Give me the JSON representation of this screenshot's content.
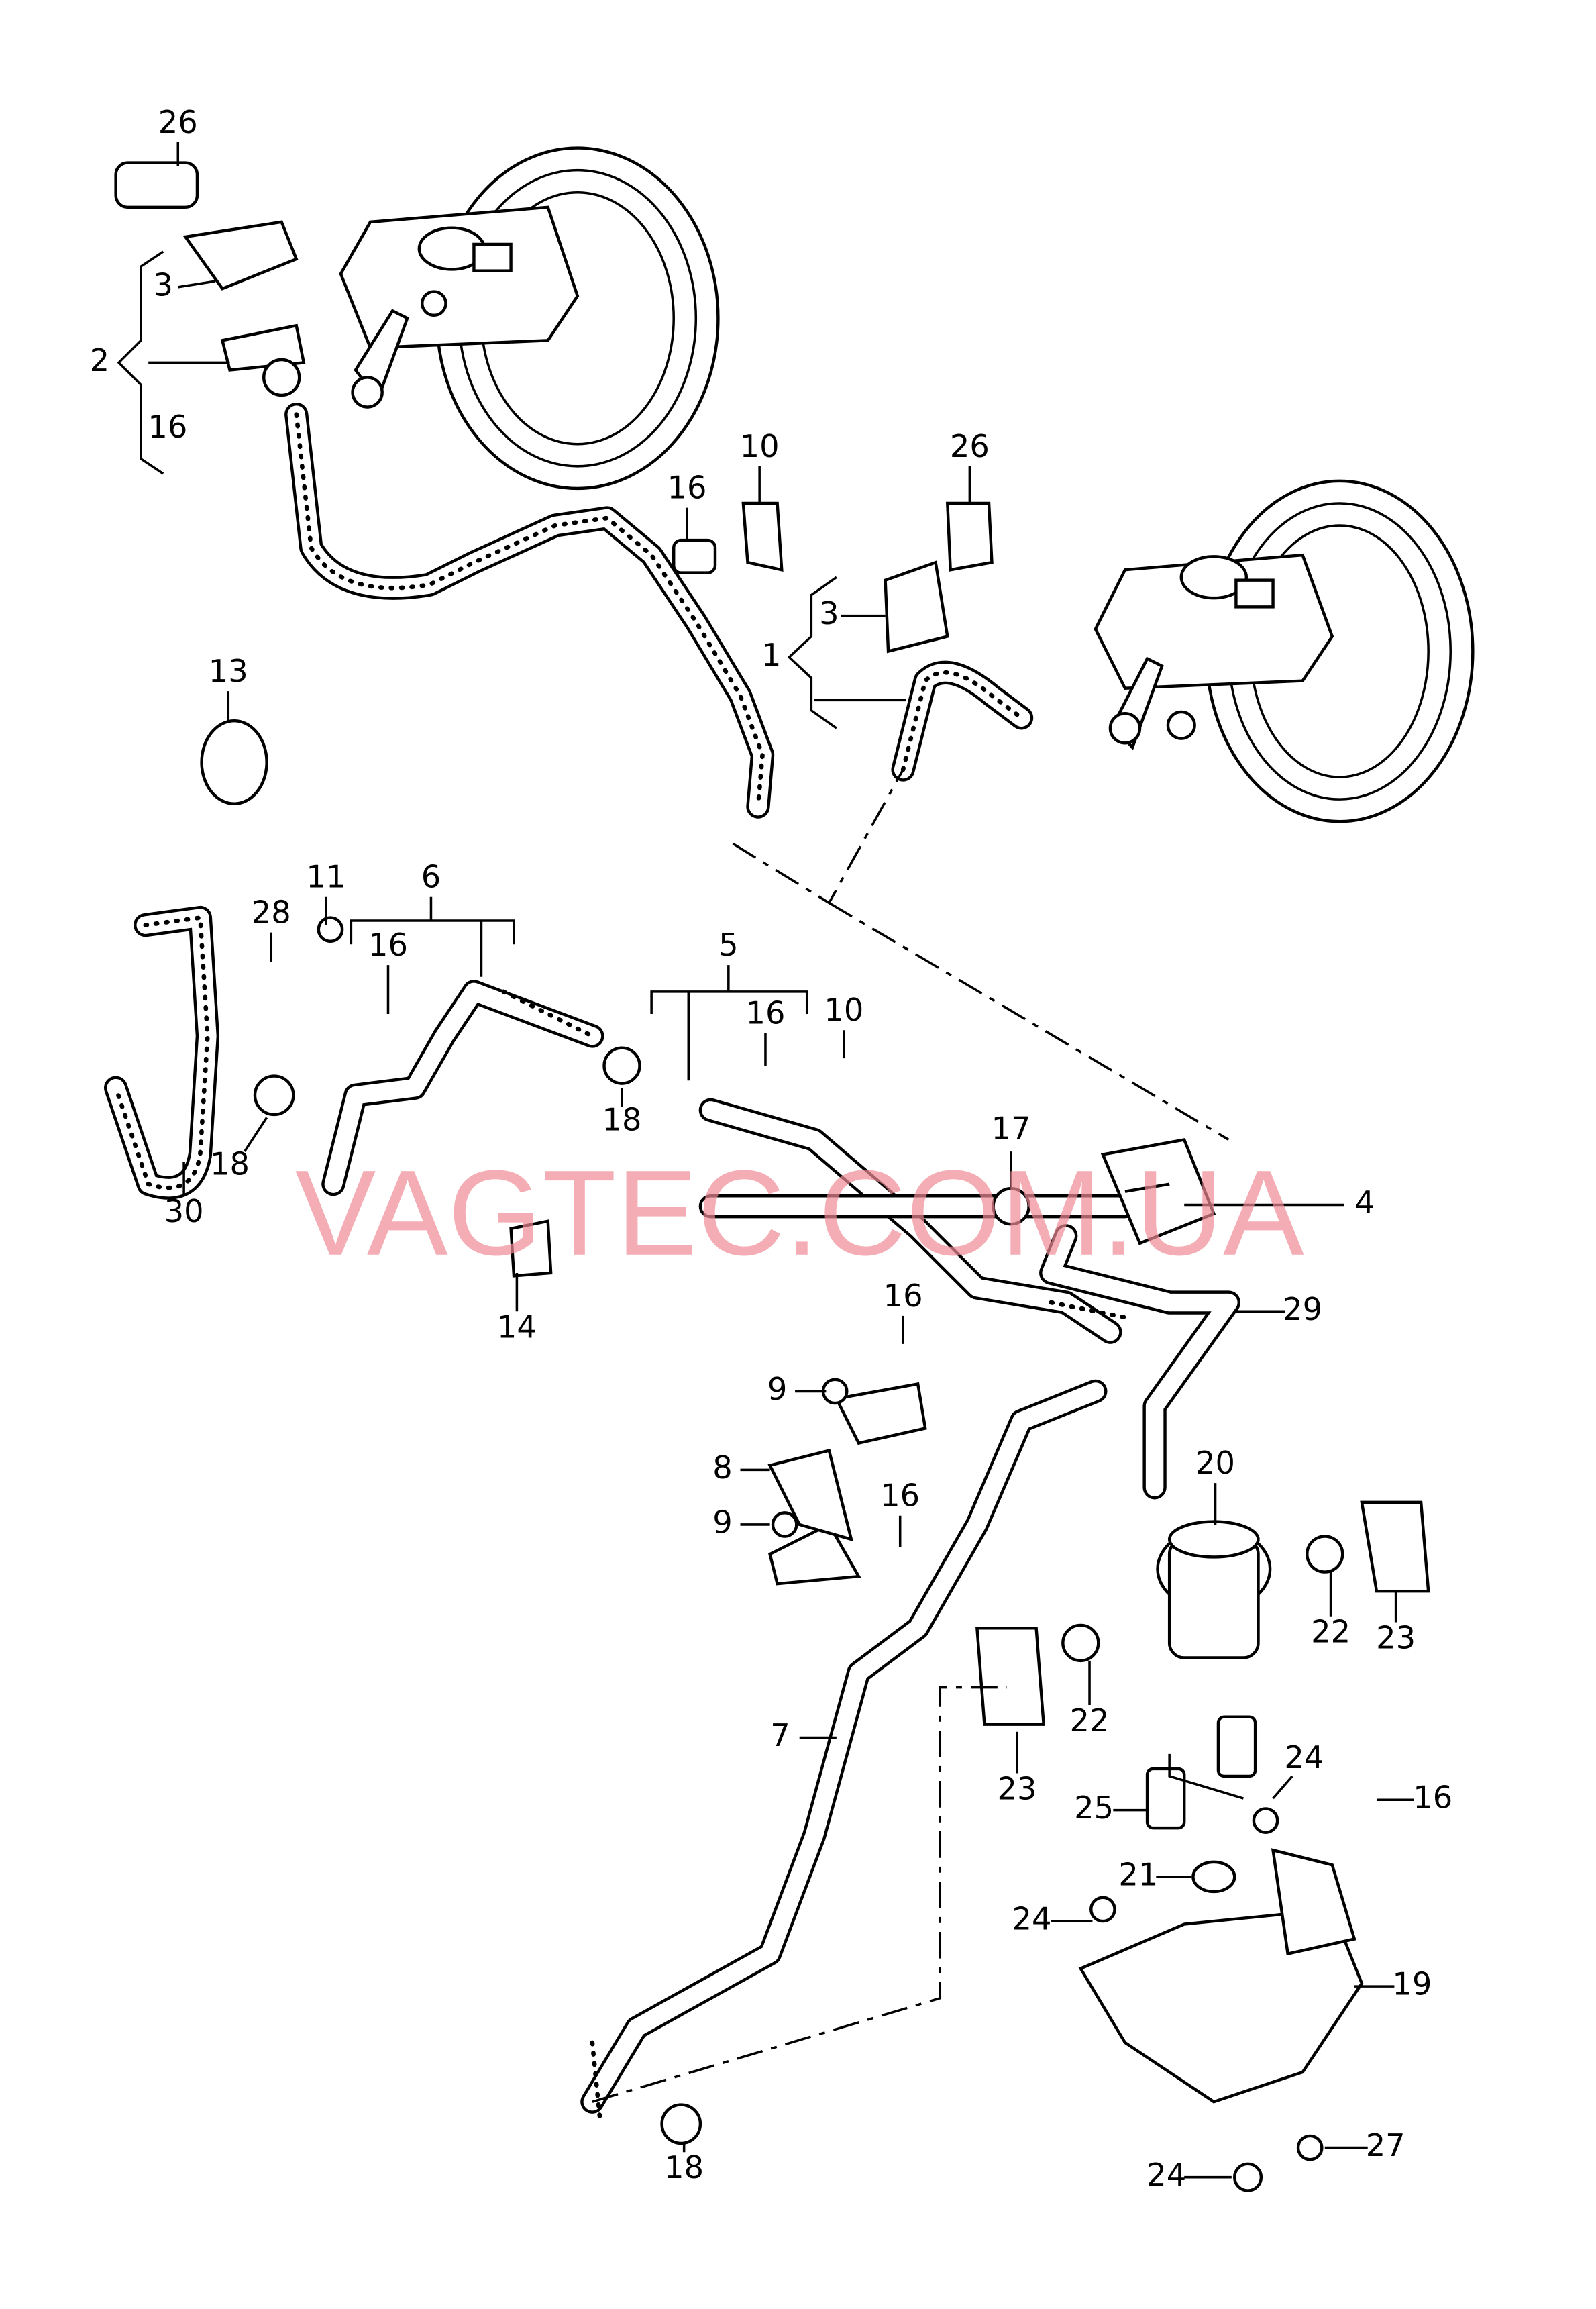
{
  "watermark": "VAGTEC.COM.UA",
  "callouts": [
    {
      "id": "c1",
      "text": "26"
    },
    {
      "id": "c2",
      "text": "3"
    },
    {
      "id": "c3",
      "text": "2"
    },
    {
      "id": "c4",
      "text": "16"
    },
    {
      "id": "c5",
      "text": "10"
    },
    {
      "id": "c6",
      "text": "16"
    },
    {
      "id": "c7",
      "text": "26"
    },
    {
      "id": "c8",
      "text": "3"
    },
    {
      "id": "c9",
      "text": "1"
    },
    {
      "id": "c10",
      "text": "13"
    },
    {
      "id": "c11",
      "text": "11"
    },
    {
      "id": "c12",
      "text": "6"
    },
    {
      "id": "c13",
      "text": "28"
    },
    {
      "id": "c14",
      "text": "16"
    },
    {
      "id": "c15",
      "text": "5"
    },
    {
      "id": "c16",
      "text": "16"
    },
    {
      "id": "c17",
      "text": "10"
    },
    {
      "id": "c18",
      "text": "18"
    },
    {
      "id": "c19",
      "text": "18"
    },
    {
      "id": "c20",
      "text": "30"
    },
    {
      "id": "c21",
      "text": "17"
    },
    {
      "id": "c22",
      "text": "4"
    },
    {
      "id": "c23",
      "text": "14"
    },
    {
      "id": "c24",
      "text": "16"
    },
    {
      "id": "c25",
      "text": "29"
    },
    {
      "id": "c26",
      "text": "9"
    },
    {
      "id": "c27",
      "text": "8"
    },
    {
      "id": "c28",
      "text": "20"
    },
    {
      "id": "c29",
      "text": "9"
    },
    {
      "id": "c30",
      "text": "16"
    },
    {
      "id": "c31",
      "text": "22"
    },
    {
      "id": "c32",
      "text": "23"
    },
    {
      "id": "c33",
      "text": "7"
    },
    {
      "id": "c34",
      "text": "22"
    },
    {
      "id": "c35",
      "text": "23"
    },
    {
      "id": "c36",
      "text": "24"
    },
    {
      "id": "c37",
      "text": "16"
    },
    {
      "id": "c38",
      "text": "25"
    },
    {
      "id": "c39",
      "text": "21"
    },
    {
      "id": "c40",
      "text": "24"
    },
    {
      "id": "c41",
      "text": "19"
    },
    {
      "id": "c42",
      "text": "18"
    },
    {
      "id": "c43",
      "text": "27"
    },
    {
      "id": "c44",
      "text": "24"
    }
  ]
}
